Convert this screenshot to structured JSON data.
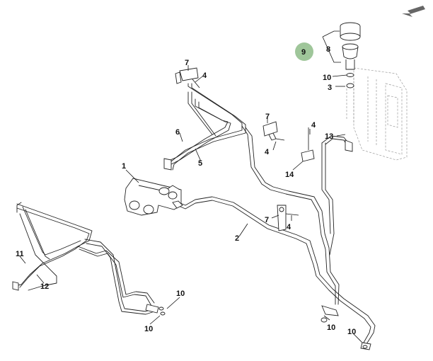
{
  "callouts": {
    "c1": "1",
    "c2": "2",
    "c3": "3",
    "c4a": "4",
    "c4b": "4",
    "c4c": "4",
    "c4d": "4",
    "c5": "5",
    "c6": "6",
    "c7a": "7",
    "c7b": "7",
    "c7c": "7",
    "c8": "8",
    "c9": "9",
    "c10a": "10",
    "c10b": "10",
    "c10c": "10",
    "c10d": "10",
    "c10e": "10",
    "c11": "11",
    "c12": "12",
    "c13": "13",
    "c14": "14"
  },
  "colors": {
    "highlight": "#9fc69a",
    "line": "#222222",
    "arrow": "#666666"
  },
  "icons": {
    "orientation": "direction-arrow-icon"
  }
}
